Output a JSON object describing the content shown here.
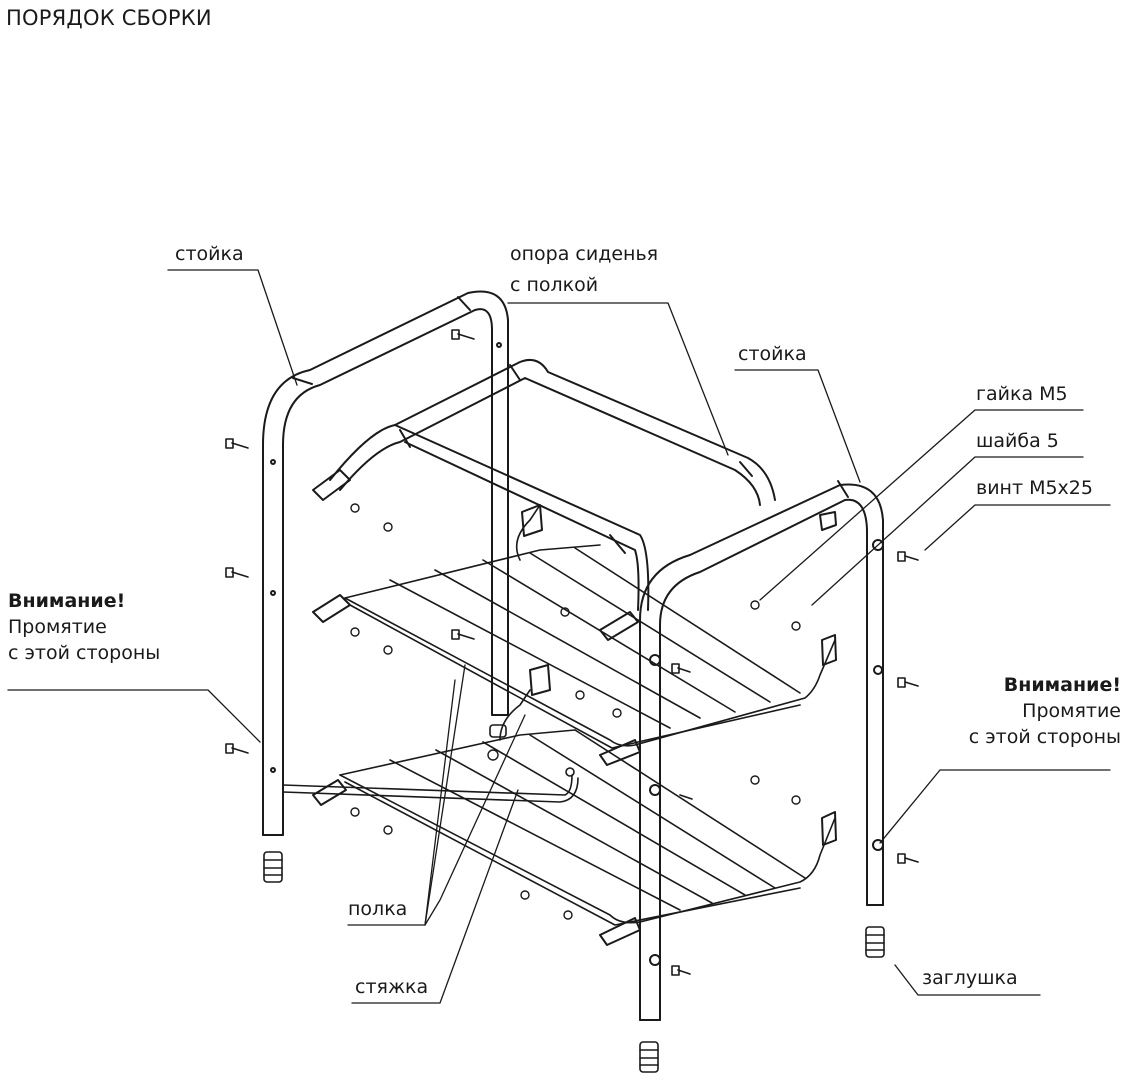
{
  "title": "ПОРЯДОК СБОРКИ",
  "labels": {
    "post_left": "стойка",
    "seat_support_line1": "опора сиденья",
    "seat_support_line2": "с полкой",
    "post_right": "стойка",
    "nut": "гайка М5",
    "washer": "шайба 5",
    "screw": "винт М5х25",
    "shelf": "полка",
    "tie": "стяжка",
    "plug": "заглушка"
  },
  "warning_left": {
    "heading": "Внимание!",
    "line1": "Промятие",
    "line2": "с этой стороны"
  },
  "warning_right": {
    "heading": "Внимание!",
    "line1": "Промятие",
    "line2": "с этой стороны"
  }
}
